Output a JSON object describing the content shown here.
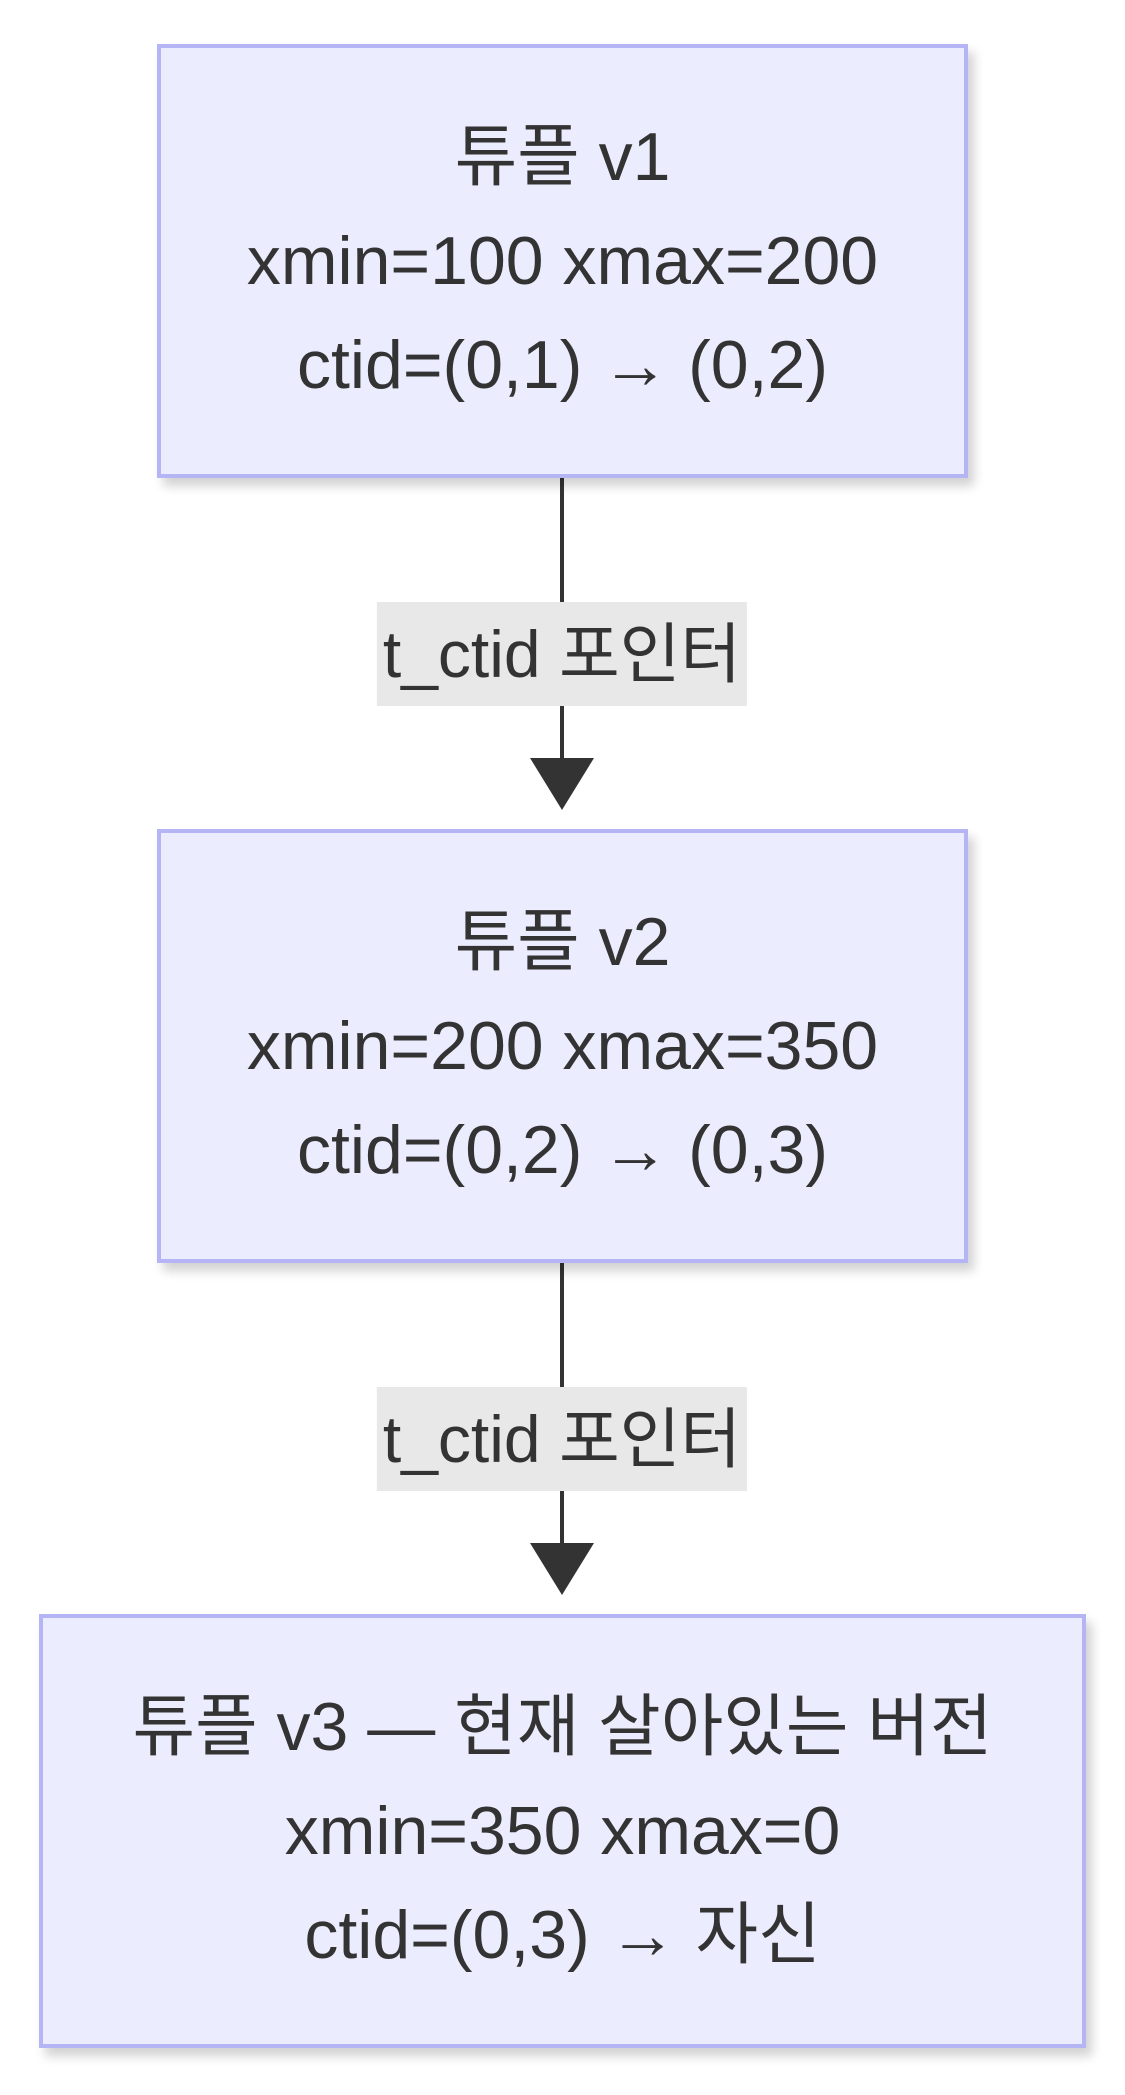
{
  "nodes": [
    {
      "title": "튜플 v1",
      "xid": "xmin=100 xmax=200",
      "ctid": "ctid=(0,1) → (0,2)"
    },
    {
      "title": "튜플 v2",
      "xid": "xmin=200 xmax=350",
      "ctid": "ctid=(0,2) → (0,3)"
    },
    {
      "title": "튜플 v3 — 현재 살아있는 버전",
      "xid": "xmin=350 xmax=0",
      "ctid": "ctid=(0,3) → 자신"
    }
  ],
  "edges": [
    {
      "label": "t_ctid 포인터"
    },
    {
      "label": "t_ctid 포인터"
    }
  ],
  "colors": {
    "node_fill": "#ECECFF",
    "node_border": "#B5B5F5",
    "edge_line": "#333333",
    "edge_label_bg": "#E8E8E8",
    "text": "#333333"
  }
}
